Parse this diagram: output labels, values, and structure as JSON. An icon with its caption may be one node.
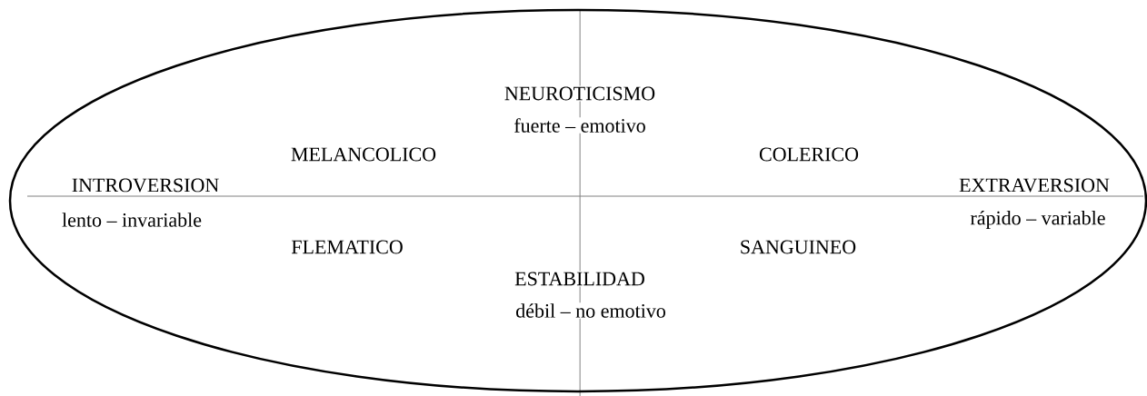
{
  "diagram": {
    "nodes": [
      {
        "text": [
          "NEUROTICISMO",
          "fuerte – emotivo",
          "MELANCOLICO",
          "COLERICO",
          "INTROVERSION",
          "EXTRAVERSION",
          "lento – invariable",
          "rápido – variable",
          "FLEMATICO",
          "SANGUINEO",
          "ESTABILIDAD",
          "débil – no emotivo"
        ]
      }
    ]
  }
}
